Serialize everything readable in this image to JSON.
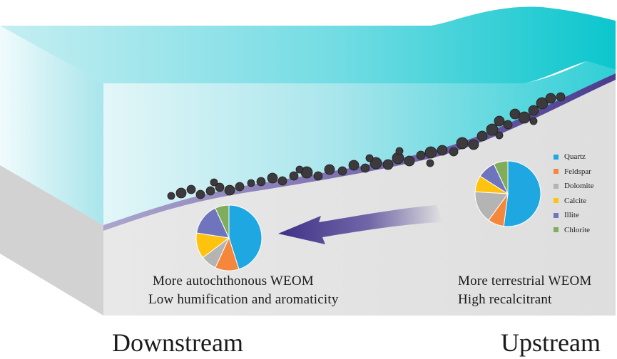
{
  "texts": {
    "downstream_line1": "More autochthonous WEOM",
    "downstream_line2": "Low humification and aromaticity",
    "upstream_line1": "More terrestrial WEOM",
    "upstream_line2": "High recalcitrant",
    "downstream": "Downstream",
    "upstream": "Upstream"
  },
  "legend": [
    {
      "name": "Quartz",
      "color": "#1ea7e1"
    },
    {
      "name": "Feldspar",
      "color": "#f5873c"
    },
    {
      "name": "Dolomite",
      "color": "#b4b4b4"
    },
    {
      "name": "Calcite",
      "color": "#fec20f"
    },
    {
      "name": "Illite",
      "color": "#6f75bc"
    },
    {
      "name": "Chlorite",
      "color": "#7fad5b"
    }
  ],
  "pies": {
    "downstream": [
      46,
      12,
      8,
      13,
      16,
      7
    ],
    "upstream": [
      52,
      8,
      16,
      8,
      9,
      7
    ]
  },
  "colors": {
    "water_light": "#cfeff3",
    "water_dark": "#10c8cf",
    "ground": "#e3e3e3",
    "sediment_band": "#5d4f9b",
    "particle": "#3c3a3c",
    "arrow": "#3e3187"
  },
  "icons": {
    "flow_arrow": "arrow-left-icon",
    "particles": "sediment-particle-icon"
  }
}
